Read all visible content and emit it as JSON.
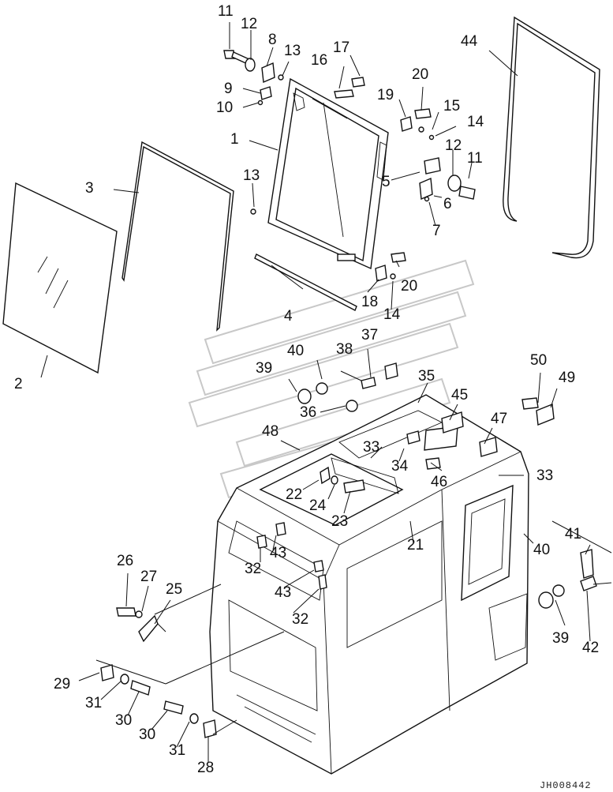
{
  "diagram": {
    "drawing_code": "JH008442",
    "callouts": [
      "11",
      "12",
      "8",
      "13",
      "17",
      "16",
      "9",
      "10",
      "20",
      "19",
      "15",
      "14",
      "44",
      "1",
      "12",
      "11",
      "5",
      "3",
      "13",
      "6",
      "7",
      "20",
      "4",
      "18",
      "14",
      "2",
      "37",
      "40",
      "38",
      "39",
      "35",
      "50",
      "49",
      "36",
      "45",
      "48",
      "47",
      "33",
      "34",
      "46",
      "33",
      "22",
      "24",
      "23",
      "21",
      "40",
      "41",
      "26",
      "43",
      "32",
      "27",
      "25",
      "43",
      "39",
      "42",
      "32",
      "29",
      "31",
      "30",
      "30",
      "31",
      "28"
    ]
  }
}
